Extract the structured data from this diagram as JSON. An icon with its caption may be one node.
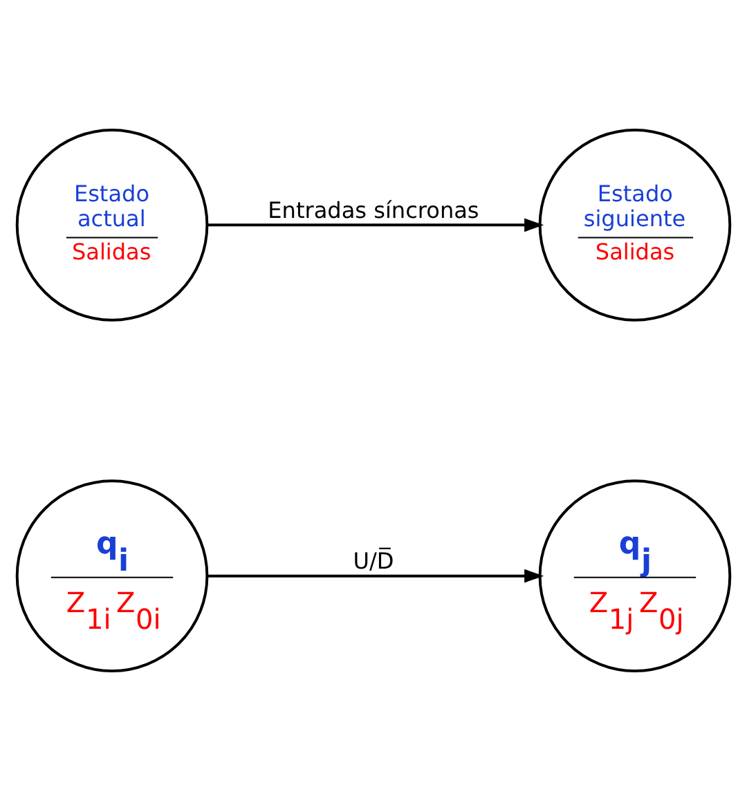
{
  "diagram": {
    "nodes": [
      {
        "text": [
          "Estado actual",
          "Salidas"
        ]
      },
      {
        "text": [
          "Estado siguiente",
          "Salidas"
        ]
      },
      {
        "text": [
          "q$_{i}$",
          "Z$_{1i}$ Z$_{0i}$"
        ]
      },
      {
        "text": [
          "q$_{j}$",
          "Z$_{1j}$ Z$_{0j}$"
        ]
      }
    ],
    "edges": [
      {
        "from": 0,
        "to": 1,
        "arrow": "to",
        "label": "Entradas síncronas"
      },
      {
        "from": 2,
        "to": 3,
        "arrow": "to",
        "label": "U/D̅"
      }
    ]
  }
}
